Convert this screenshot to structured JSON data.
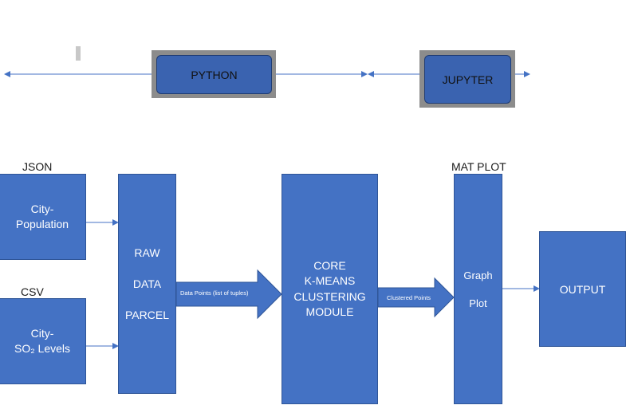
{
  "top_row": {
    "python_label": "PYTHON",
    "jupyter_label": "JUPYTER"
  },
  "labels": {
    "json": "JSON",
    "csv": "CSV",
    "mat_plot": "MAT PLOT"
  },
  "boxes": {
    "city_population": [
      "City-",
      "Population"
    ],
    "city_so2": [
      "City-",
      "SO₂ Levels"
    ],
    "raw_data_parcel": [
      "RAW",
      "DATA",
      "PARCEL"
    ],
    "core_module": [
      "CORE",
      "K-MEANS",
      "CLUSTERING",
      "MODULE"
    ],
    "graph_plot": [
      "Graph",
      "Plot"
    ],
    "output": "OUTPUT"
  },
  "arrows": {
    "data_points": "Data Points (list of tuples)",
    "clustered_points": "Clustered Points"
  },
  "colors": {
    "box_fill": "#4472c4",
    "frame_gray": "#8c8c8c",
    "connector": "#4472c4"
  }
}
